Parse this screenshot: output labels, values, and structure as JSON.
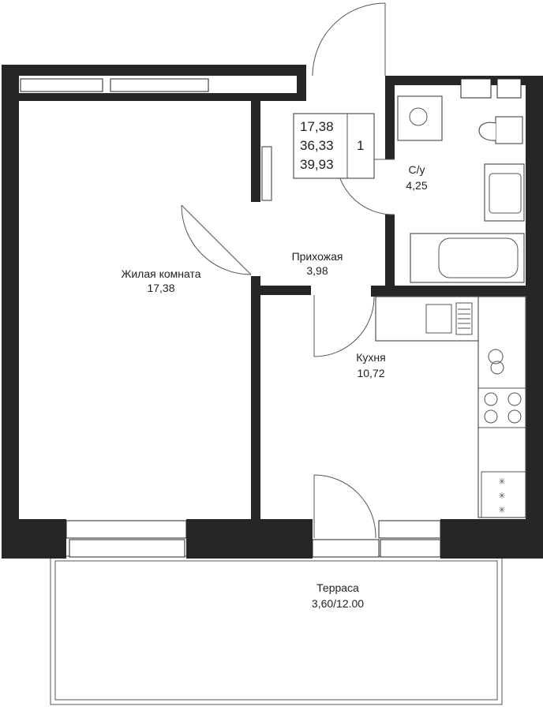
{
  "info_box": {
    "living_area": "17,38",
    "total_area": "36,33",
    "total_area_with_terrace": "39,93",
    "rooms": "1"
  },
  "rooms": {
    "living": {
      "name": "Жилая комната",
      "area": "17,38"
    },
    "hall": {
      "name": "Прихожая",
      "area": "3,98"
    },
    "bathroom": {
      "name": "С/у",
      "area": "4,25"
    },
    "kitchen": {
      "name": "Кухня",
      "area": "10,72"
    },
    "terrace": {
      "name": "Терраса",
      "area": "3,60/12.00"
    }
  },
  "colors": {
    "wall": "#262626",
    "line": "#555555",
    "background": "#ffffff"
  }
}
